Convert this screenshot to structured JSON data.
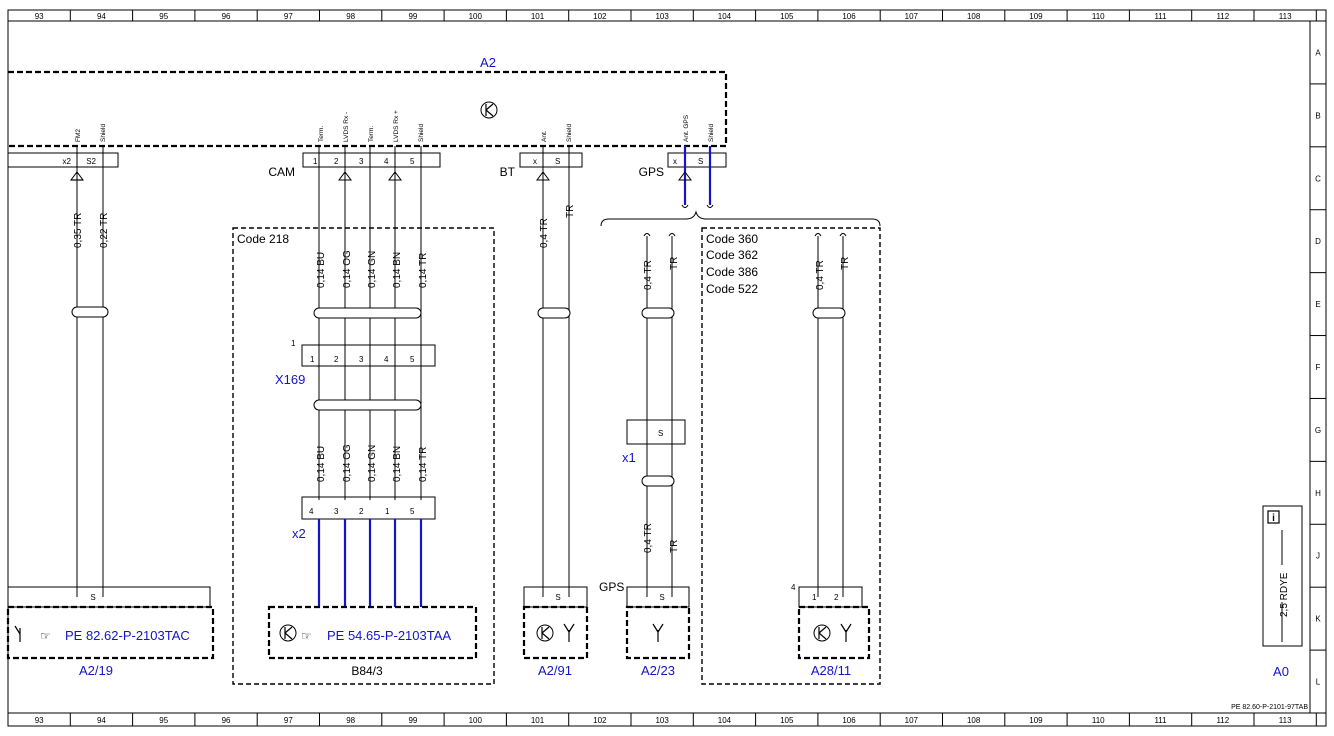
{
  "ruler": {
    "columns": [
      "93",
      "94",
      "95",
      "96",
      "97",
      "98",
      "99",
      "100",
      "101",
      "102",
      "103",
      "104",
      "105",
      "106",
      "107",
      "108",
      "109",
      "110",
      "111",
      "112",
      "113"
    ],
    "rows": [
      "A",
      "B",
      "C",
      "D",
      "E",
      "F",
      "G",
      "H",
      "J",
      "K",
      "L"
    ]
  },
  "module": {
    "id": "A2"
  },
  "connectors": {
    "fm": {
      "pins": [
        "x2",
        "S2"
      ],
      "signals": [
        "FM2",
        "Shield"
      ]
    },
    "cam": {
      "name": "CAM",
      "pins": [
        "1",
        "2",
        "3",
        "4",
        "5"
      ],
      "signals": [
        "Term.",
        "LVDS Rx -",
        "Term.",
        "LVDS Rx +",
        "Shield"
      ]
    },
    "bt": {
      "name": "BT",
      "pins": [
        "x",
        "S"
      ],
      "signals": [
        "Ant.",
        "Shield"
      ]
    },
    "gps": {
      "name": "GPS",
      "pins": [
        "x",
        "S"
      ],
      "signals": [
        "Ant. GPS",
        "Shield"
      ]
    }
  },
  "codes": {
    "code218": "Code 218",
    "group": [
      "Code 360",
      "Code 362",
      "Code 386",
      "Code 522"
    ]
  },
  "wires": {
    "fm": [
      "0,35 TR",
      "0,22 TR"
    ],
    "cam_upper": [
      "0,14 BU",
      "0,14 OG",
      "0,14 GN",
      "0,14 BN",
      "0,14 TR"
    ],
    "cam_lower": [
      "0,14 BU",
      "0,14 OG",
      "0,14 GN",
      "0,14 BN",
      "0,14 TR"
    ],
    "bt": [
      "0,4 TR",
      "TR"
    ],
    "gps_upper": [
      "0,4 TR",
      "TR"
    ],
    "gps_lower": [
      "0,4 TR",
      "TR"
    ],
    "a28": [
      "0,4 TR",
      "TR"
    ]
  },
  "x169": {
    "name": "X169",
    "index": "1",
    "pins": [
      "1",
      "2",
      "3",
      "4",
      "5"
    ]
  },
  "x2": {
    "name": "x2",
    "pins": [
      "4",
      "3",
      "2",
      "1",
      "5"
    ]
  },
  "x1": {
    "name": "x1",
    "pins": [
      "S"
    ]
  },
  "components": {
    "a2_19": {
      "name": "A2/19",
      "pin": "S",
      "ref": "PE 82.62-P-2103TAC"
    },
    "b84_3": {
      "name": "B84/3",
      "ref": "PE 54.65-P-2103TAA"
    },
    "a2_91": {
      "name": "A2/91",
      "pin": "S"
    },
    "a2_23": {
      "name": "A2/23",
      "label": "GPS",
      "pin": "S"
    },
    "a28_11": {
      "name": "A28/11",
      "index": "4",
      "pins": [
        "1",
        "2"
      ]
    }
  },
  "legend": {
    "label": "2,5 RDYE",
    "ground": "A0",
    "info": "i"
  },
  "doc_ref": "PE 82.60-P-2101-97TAB"
}
